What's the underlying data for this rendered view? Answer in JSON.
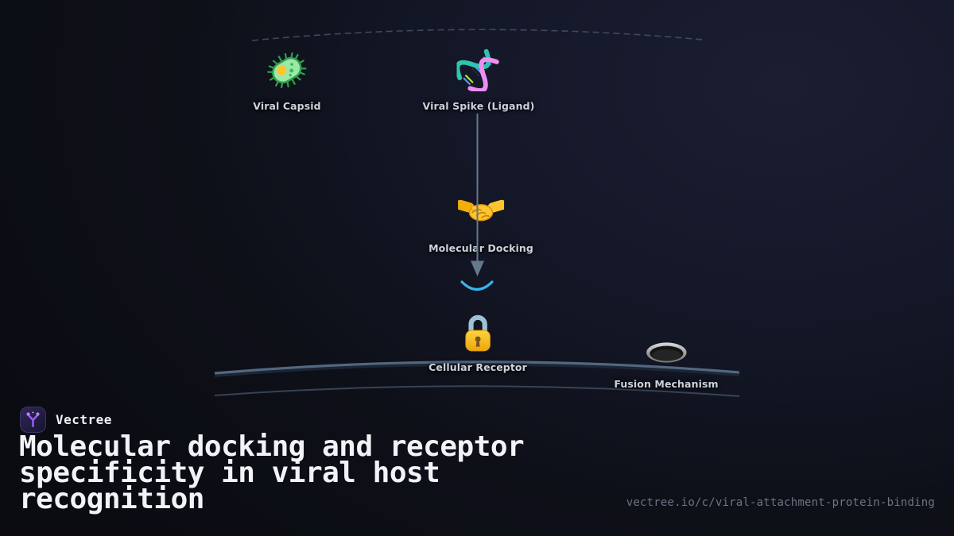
{
  "brand": {
    "name": "Vectree",
    "logo_icon": "vectree-branch-icon",
    "logo_purple": "#9b5cf7"
  },
  "title": "Molecular docking and receptor specificity in viral host recognition",
  "footer_url": "vectree.io/c/viral-attachment-protein-binding",
  "diagram": {
    "nodes": [
      {
        "id": "viral-capsid",
        "label": "Viral Capsid",
        "icon": "microbe-icon"
      },
      {
        "id": "viral-spike",
        "label": "Viral Spike (Ligand)",
        "icon": "dna-icon"
      },
      {
        "id": "molecular-docking",
        "label": "Molecular Docking",
        "icon": "handshake-icon"
      },
      {
        "id": "cellular-receptor",
        "label": "Cellular Receptor",
        "icon": "lock-icon"
      },
      {
        "id": "fusion-mechanism",
        "label": "Fusion Mechanism",
        "icon": "hole-icon"
      }
    ],
    "colors": {
      "label_text": "#cbd3dc",
      "flow_arrow": "#66788c",
      "binding_arc": "#38b6ee",
      "membrane_line": "#546c85",
      "membrane_line_lower": "#3c4d61",
      "envelope_dashed_arc": "#44536b",
      "background_highlight": "#1b1e31",
      "background_edge": "#0b0c12"
    }
  }
}
